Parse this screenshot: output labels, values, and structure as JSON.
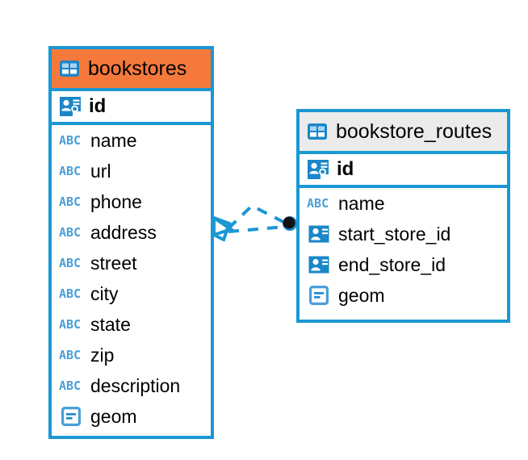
{
  "diagram": {
    "type": "entity-relationship-diagram",
    "background": "#ffffff",
    "colors": {
      "border": "#1b97d4",
      "header_accent": "#f5793b",
      "header_neutral": "#ebebeb",
      "icon_blue": "#1b86c8",
      "abc_blue": "#4a9fd8",
      "text": "#000000",
      "connector": "#1b97d4",
      "endpoint_dot": "#111111"
    }
  },
  "entities": [
    {
      "id": "bookstores",
      "name": "bookstores",
      "header_style": "accent",
      "primary_key": {
        "name": "id",
        "icon": "primary-key-icon"
      },
      "fields": [
        {
          "name": "name",
          "icon": "abc-icon",
          "icon_text": "ABC"
        },
        {
          "name": "url",
          "icon": "abc-icon",
          "icon_text": "ABC"
        },
        {
          "name": "phone",
          "icon": "abc-icon",
          "icon_text": "ABC"
        },
        {
          "name": "address",
          "icon": "abc-icon",
          "icon_text": "ABC"
        },
        {
          "name": "street",
          "icon": "abc-icon",
          "icon_text": "ABC"
        },
        {
          "name": "city",
          "icon": "abc-icon",
          "icon_text": "ABC"
        },
        {
          "name": "state",
          "icon": "abc-icon",
          "icon_text": "ABC"
        },
        {
          "name": "zip",
          "icon": "abc-icon",
          "icon_text": "ABC"
        },
        {
          "name": "description",
          "icon": "abc-icon",
          "icon_text": "ABC"
        },
        {
          "name": "geom",
          "icon": "geometry-icon",
          "icon_text": ""
        }
      ]
    },
    {
      "id": "bookstore_routes",
      "name": "bookstore_routes",
      "header_style": "neutral",
      "primary_key": {
        "name": "id",
        "icon": "primary-key-icon"
      },
      "fields": [
        {
          "name": "name",
          "icon": "abc-icon",
          "icon_text": "ABC"
        },
        {
          "name": "start_store_id",
          "icon": "foreign-key-icon",
          "icon_text": ""
        },
        {
          "name": "end_store_id",
          "icon": "foreign-key-icon",
          "icon_text": ""
        },
        {
          "name": "geom",
          "icon": "geometry-icon",
          "icon_text": ""
        }
      ]
    }
  ],
  "relationships": [
    {
      "id": "rel-bookstores-routes",
      "from": "bookstores",
      "to": "bookstore_routes",
      "style": "dashed",
      "source_marker": "crows-foot-many",
      "target_marker": "filled-circle-one"
    }
  ]
}
